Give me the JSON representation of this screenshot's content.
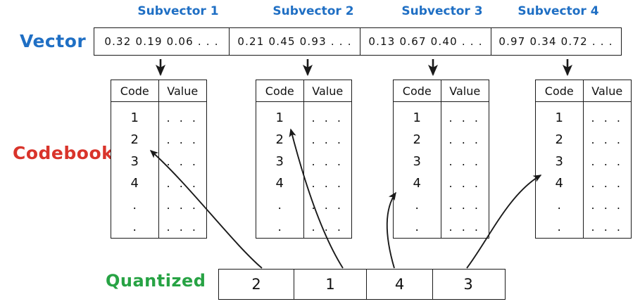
{
  "diagram": {
    "title": "Product Quantization: vector split into subvectors, each mapped to a codebook code",
    "colors": {
      "vector_label": "#1f6fc4",
      "codebook_label": "#d9342b",
      "quantized_label": "#27a344",
      "stroke": "#1a1a1a",
      "background": "#ffffff"
    }
  },
  "labels": {
    "vector": "Vector",
    "codebook": "Codebook",
    "quantized": "Quantized"
  },
  "subvector_captions": [
    "Subvector 1",
    "Subvector 2",
    "Subvector 3",
    "Subvector 4"
  ],
  "vector": {
    "cells": [
      "0.32  0.19  0.06 . . .",
      "0.21  0.45  0.93 . . .",
      "0.13  0.67  0.40 . . .",
      "0.97  0.34  0.72 . . ."
    ]
  },
  "codebooks": [
    {
      "headers": [
        "Code",
        "Value"
      ],
      "codes": [
        "1",
        "2",
        "3",
        "4",
        ".",
        "."
      ],
      "values": [
        ". . .",
        ". . .",
        ". . .",
        ". . .",
        ". . .",
        ". . ."
      ],
      "selected_code": "2"
    },
    {
      "headers": [
        "Code",
        "Value"
      ],
      "codes": [
        "1",
        "2",
        "3",
        "4",
        ".",
        "."
      ],
      "values": [
        ". . .",
        ". . .",
        ". . .",
        ". . .",
        ". . .",
        ". . ."
      ],
      "selected_code": "1"
    },
    {
      "headers": [
        "Code",
        "Value"
      ],
      "codes": [
        "1",
        "2",
        "3",
        "4",
        ".",
        "."
      ],
      "values": [
        ". . .",
        ". . .",
        ". . .",
        ". . .",
        ". . .",
        ". . ."
      ],
      "selected_code": "4"
    },
    {
      "headers": [
        "Code",
        "Value"
      ],
      "codes": [
        "1",
        "2",
        "3",
        "4",
        ".",
        "."
      ],
      "values": [
        ". . .",
        ". . .",
        ". . .",
        ". . .",
        ". . .",
        ". . ."
      ],
      "selected_code": "3"
    }
  ],
  "quantized": {
    "cells": [
      "2",
      "1",
      "4",
      "3"
    ]
  },
  "icons": {
    "down_arrow": "down-arrow-icon",
    "curved_arrow": "curved-arrow-icon"
  }
}
